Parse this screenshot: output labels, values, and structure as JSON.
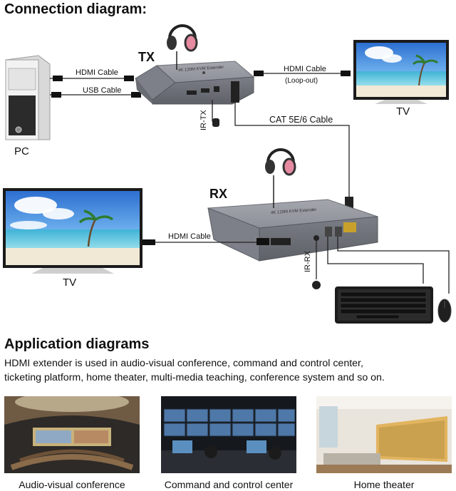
{
  "connection_diagram": {
    "title": "Connection diagram:",
    "tx_label": "TX",
    "rx_label": "RX",
    "pc_label": "PC",
    "tv_top_label": "TV",
    "tv_left_label": "TV",
    "hdmi_cable_pc": "HDMI Cable",
    "usb_cable": "USB Cable",
    "hdmi_cable_loop": "HDMI Cable",
    "loop_out": "(Loop-out)",
    "cat_cable": "CAT 5E/6 Cable",
    "hdmi_cable_rx": "HDMI Cable",
    "ir_tx": "IR-TX",
    "ir_rx": "IR-RX",
    "device_text": "4K 120M KVM Extender"
  },
  "application": {
    "title": "Application diagrams",
    "description_line1": "HDMI extender is used in audio-visual conference, command and control center,",
    "description_line2": "ticketing platform, home theater, multi-media teaching, conference system and so on.",
    "captions": [
      "Audio-visual conference",
      "Command and control center",
      "Home theater"
    ]
  }
}
